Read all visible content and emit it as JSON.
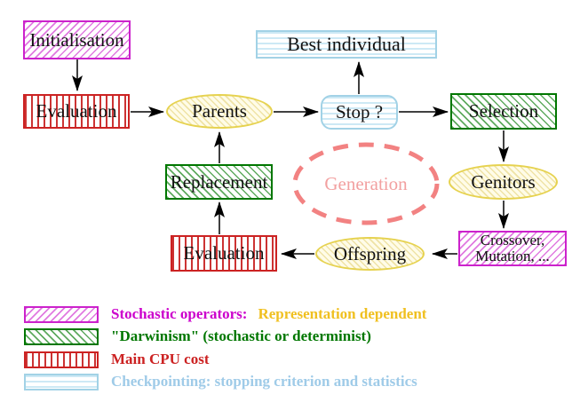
{
  "diagram": {
    "nodes": {
      "initialisation": {
        "label": "Initialisation"
      },
      "evaluation_top": {
        "label": "Evaluation"
      },
      "parents": {
        "label": "Parents"
      },
      "best_individual": {
        "label": "Best individual"
      },
      "stop": {
        "label": "Stop ?"
      },
      "selection": {
        "label": "Selection"
      },
      "genitors": {
        "label": "Genitors"
      },
      "crossover_mutation": {
        "line1": "Crossover,",
        "line2": "Mutation, ..."
      },
      "offspring": {
        "label": "Offspring"
      },
      "evaluation_bottom": {
        "label": "Evaluation"
      },
      "replacement": {
        "label": "Replacement"
      },
      "generation": {
        "label": "Generation"
      }
    },
    "edges": [
      {
        "from": "initialisation",
        "to": "evaluation_top"
      },
      {
        "from": "evaluation_top",
        "to": "parents"
      },
      {
        "from": "parents",
        "to": "stop"
      },
      {
        "from": "stop",
        "to": "best_individual"
      },
      {
        "from": "stop",
        "to": "selection"
      },
      {
        "from": "selection",
        "to": "genitors"
      },
      {
        "from": "genitors",
        "to": "crossover_mutation"
      },
      {
        "from": "crossover_mutation",
        "to": "offspring"
      },
      {
        "from": "offspring",
        "to": "evaluation_bottom"
      },
      {
        "from": "evaluation_bottom",
        "to": "replacement"
      },
      {
        "from": "replacement",
        "to": "parents"
      }
    ]
  },
  "legend": {
    "items": [
      {
        "pattern": "magenta-hatch",
        "segments": [
          {
            "text": "Stochastic operators:",
            "color": "#cc00cc"
          },
          {
            "text": "Representation dependent",
            "color": "#f0c020"
          }
        ]
      },
      {
        "pattern": "green-hatch",
        "segments": [
          {
            "text": "\"Darwinism\" (stochastic or determinist)",
            "color": "#007700"
          }
        ]
      },
      {
        "pattern": "red-stripes",
        "segments": [
          {
            "text": "Main CPU cost",
            "color": "#cc2222"
          }
        ]
      },
      {
        "pattern": "cyan-stripes",
        "segments": [
          {
            "text": "Checkpointing: stopping criterion and statistics",
            "color": "#9fcbe8"
          }
        ]
      }
    ]
  },
  "colors": {
    "magenta_border": "#cc22cc",
    "green_border": "#007700",
    "red_border": "#cc2222",
    "cyan_border": "#a2d2e6",
    "yellow_border": "#e6d24f",
    "yellow_fill": "#fffce8",
    "generation_dash": "#f28282",
    "generation_text": "#f2a0a0",
    "arrow": "#000000",
    "node_text": "#111111"
  }
}
